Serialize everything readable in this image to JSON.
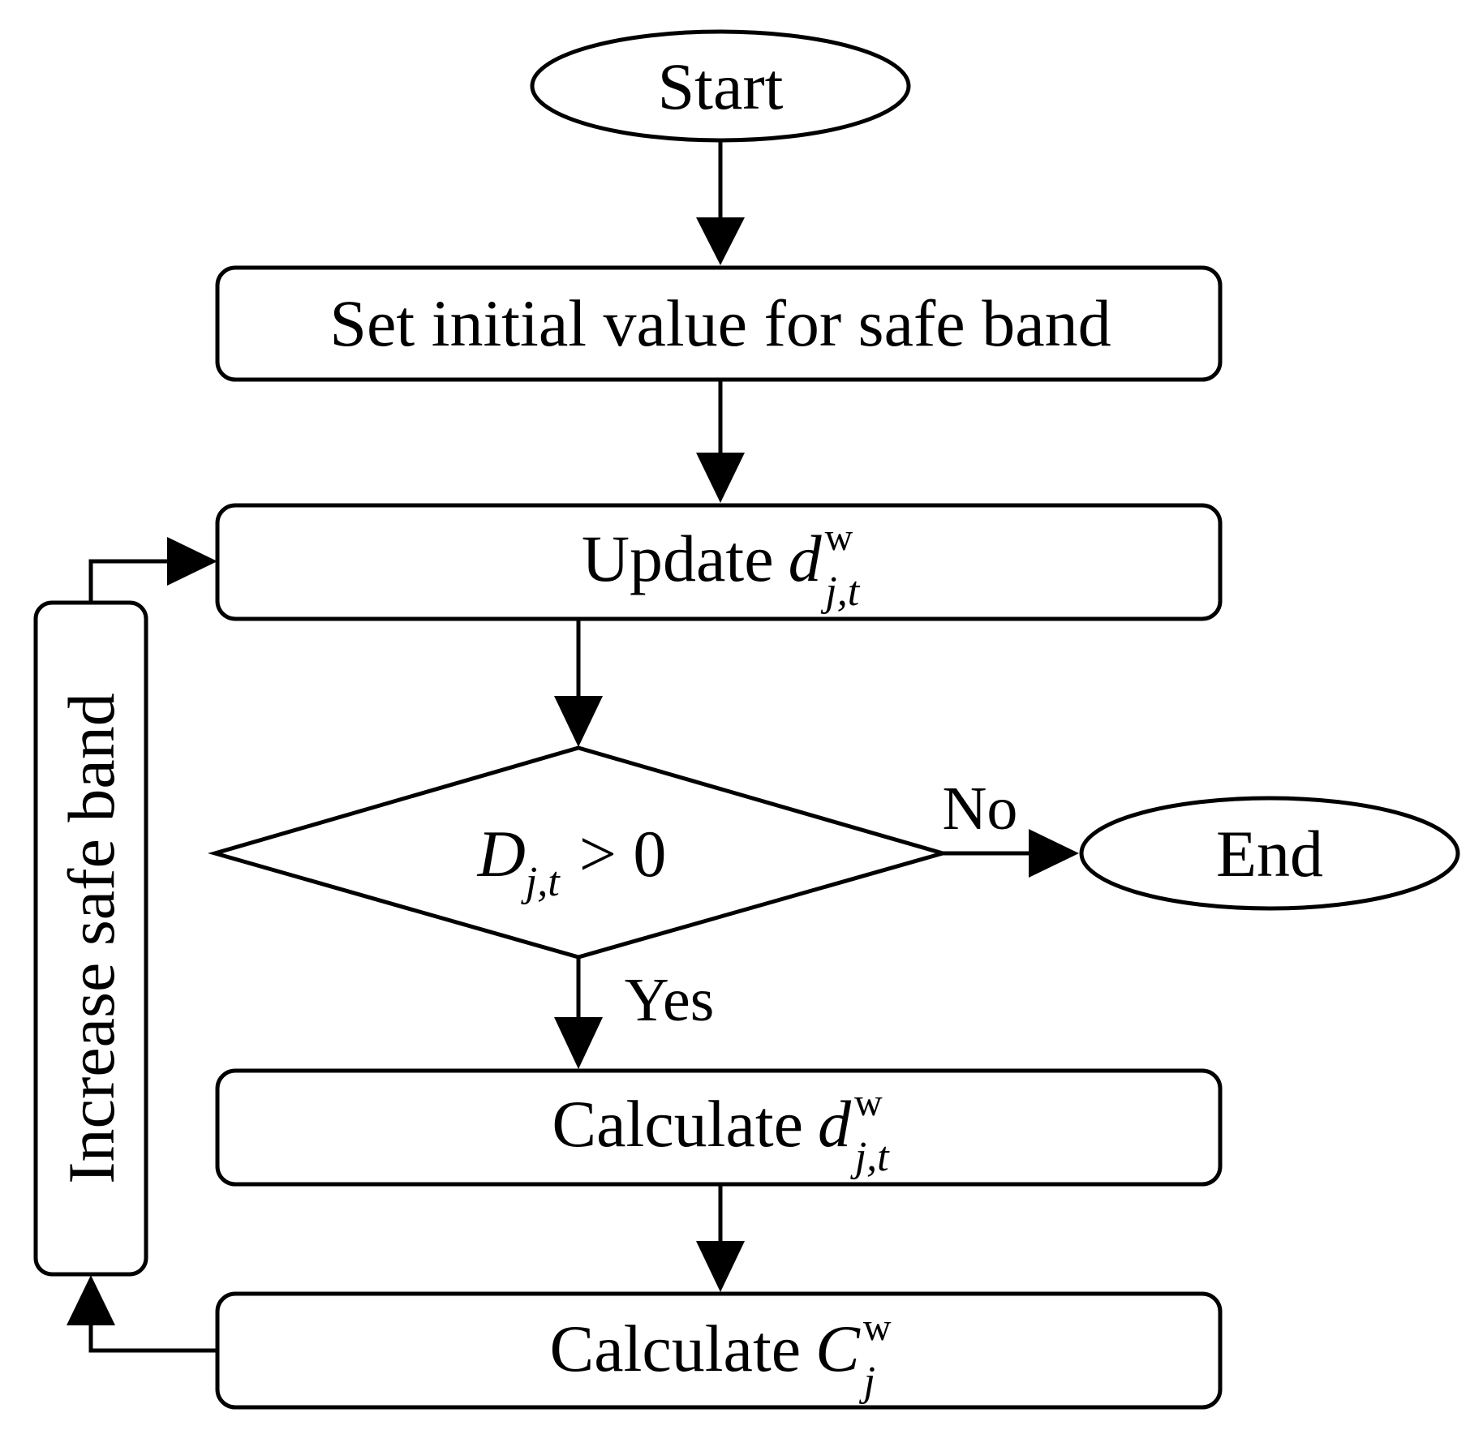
{
  "flowchart": {
    "start": "Start",
    "end": "End",
    "set_initial": "Set initial value for safe band",
    "update": {
      "text": "Update",
      "var": "d",
      "sup": "w",
      "sub": "j,t"
    },
    "decision": {
      "var": "D",
      "sub": "j,t",
      "rest": "> 0"
    },
    "calc_d": {
      "text": "Calculate",
      "var": "d",
      "sup": "w",
      "sub": "j,t"
    },
    "calc_c": {
      "text": "Calculate",
      "var": "C",
      "sup": "w",
      "sub": "j"
    },
    "increase": "Increase safe band",
    "yes_label": "Yes",
    "no_label": "No"
  }
}
